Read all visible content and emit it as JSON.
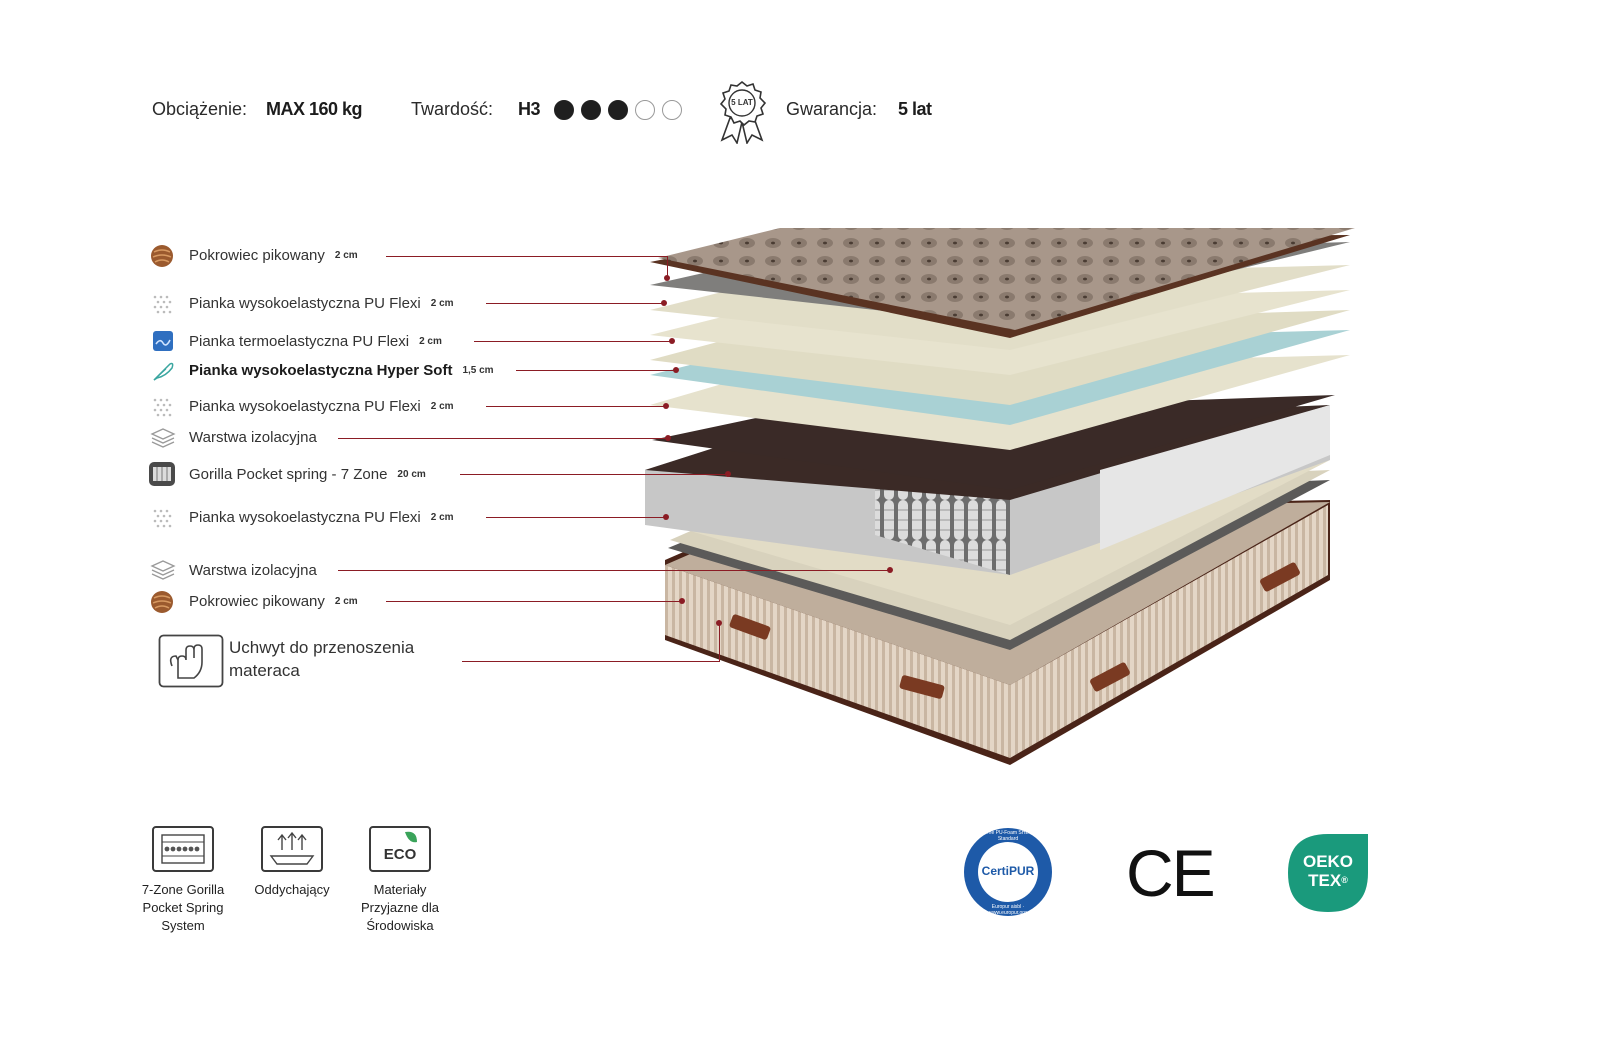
{
  "header": {
    "load_label": "Obciążenie:",
    "load_value": "MAX 160 kg",
    "firmness_label": "Twardość:",
    "firmness_value": "H3",
    "firmness_level": {
      "filled": 3,
      "total": 5
    },
    "warranty_badge": "5 LAT",
    "warranty_label": "Gwarancja:",
    "warranty_value": "5 lat"
  },
  "layers": [
    {
      "name": "Pokrowiec pikowany",
      "thickness": "2 cm",
      "icon": "quilted-cover-icon"
    },
    {
      "name": "Pianka wysokoelastyczna PU Flexi",
      "thickness": "2 cm",
      "icon": "foam-dots-icon"
    },
    {
      "name": "Pianka termoelastyczna PU Flexi",
      "thickness": "2 cm",
      "icon": "memory-foam-icon"
    },
    {
      "name": "Pianka wysokoelastyczna Hyper Soft",
      "thickness": "1,5 cm",
      "icon": "feather-icon"
    },
    {
      "name": "Pianka wysokoelastyczna PU Flexi",
      "thickness": "2 cm",
      "icon": "foam-dots-icon"
    },
    {
      "name": "Warstwa izolacyjna",
      "thickness": "",
      "icon": "insulation-layers-icon"
    },
    {
      "name": "Gorilla Pocket spring  - 7 Zone",
      "thickness": "20 cm",
      "icon": "pocket-spring-icon"
    },
    {
      "name": "Pianka wysokoelastyczna PU Flexi",
      "thickness": "2 cm",
      "icon": "foam-dots-icon"
    },
    {
      "name": "Warstwa izolacyjna",
      "thickness": "",
      "icon": "insulation-layers-icon"
    },
    {
      "name": "Pokrowiec pikowany",
      "thickness": "2 cm",
      "icon": "quilted-cover-icon"
    }
  ],
  "handle": {
    "line1": "Uchwyt do przenoszenia",
    "line2": "materaca",
    "icon": "hand-grip-icon"
  },
  "features": [
    {
      "label_lines": [
        "7-Zone Gorilla",
        "Pocket Spring",
        "System"
      ],
      "icon": "spring-system-icon"
    },
    {
      "label_lines": [
        "Oddychający"
      ],
      "icon": "breathable-icon"
    },
    {
      "label_lines": [
        "Materiały",
        "Przyjazne dla",
        "Środowiska"
      ],
      "icon_text": "ECO",
      "icon": "eco-leaf-icon"
    }
  ],
  "certifications": {
    "certipur": {
      "center": "CertiPUR",
      "ring_top": "The PU-Foam SHE-Standard",
      "ring_bottom": "Europur aisbl · www.europur.org"
    },
    "ce": "CE",
    "oekotex": {
      "line1": "OEKO",
      "line2": "TEX",
      "mark": "®",
      "color": "#1a9a7c"
    }
  },
  "colors": {
    "accent": "#8b1c24",
    "cover_brown": "#7a4a2a",
    "oeko_green": "#1a9a7c",
    "certipur_blue": "#1e5aa8"
  }
}
